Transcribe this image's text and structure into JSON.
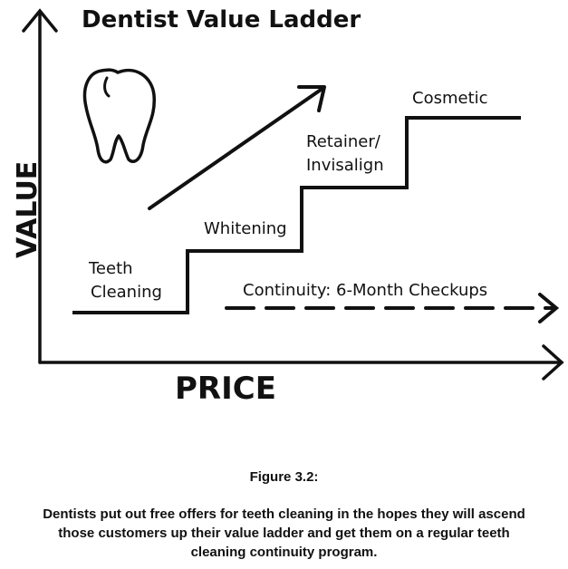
{
  "title": "Dentist Value Ladder",
  "axes": {
    "y_label": "VALUE",
    "x_label": "PRICE"
  },
  "steps": [
    {
      "label_lines": [
        "Teeth",
        "Cleaning"
      ]
    },
    {
      "label_lines": [
        "Whitening"
      ]
    },
    {
      "label_lines": [
        "Retainer/",
        "Invisalign"
      ]
    },
    {
      "label_lines": [
        "Cosmetic"
      ]
    }
  ],
  "continuity_label": "Continuity: 6-Month Checkups",
  "icons": {
    "tooth": "tooth-icon",
    "trend": "up-right-arrow-icon"
  },
  "colors": {
    "ink": "#111111",
    "background": "#ffffff"
  },
  "caption": {
    "title": "Figure 3.2:",
    "body": "Dentists put out free offers for teeth cleaning in the hopes they will ascend those customers up their value ladder and get them on a regular teeth cleaning continuity program."
  }
}
